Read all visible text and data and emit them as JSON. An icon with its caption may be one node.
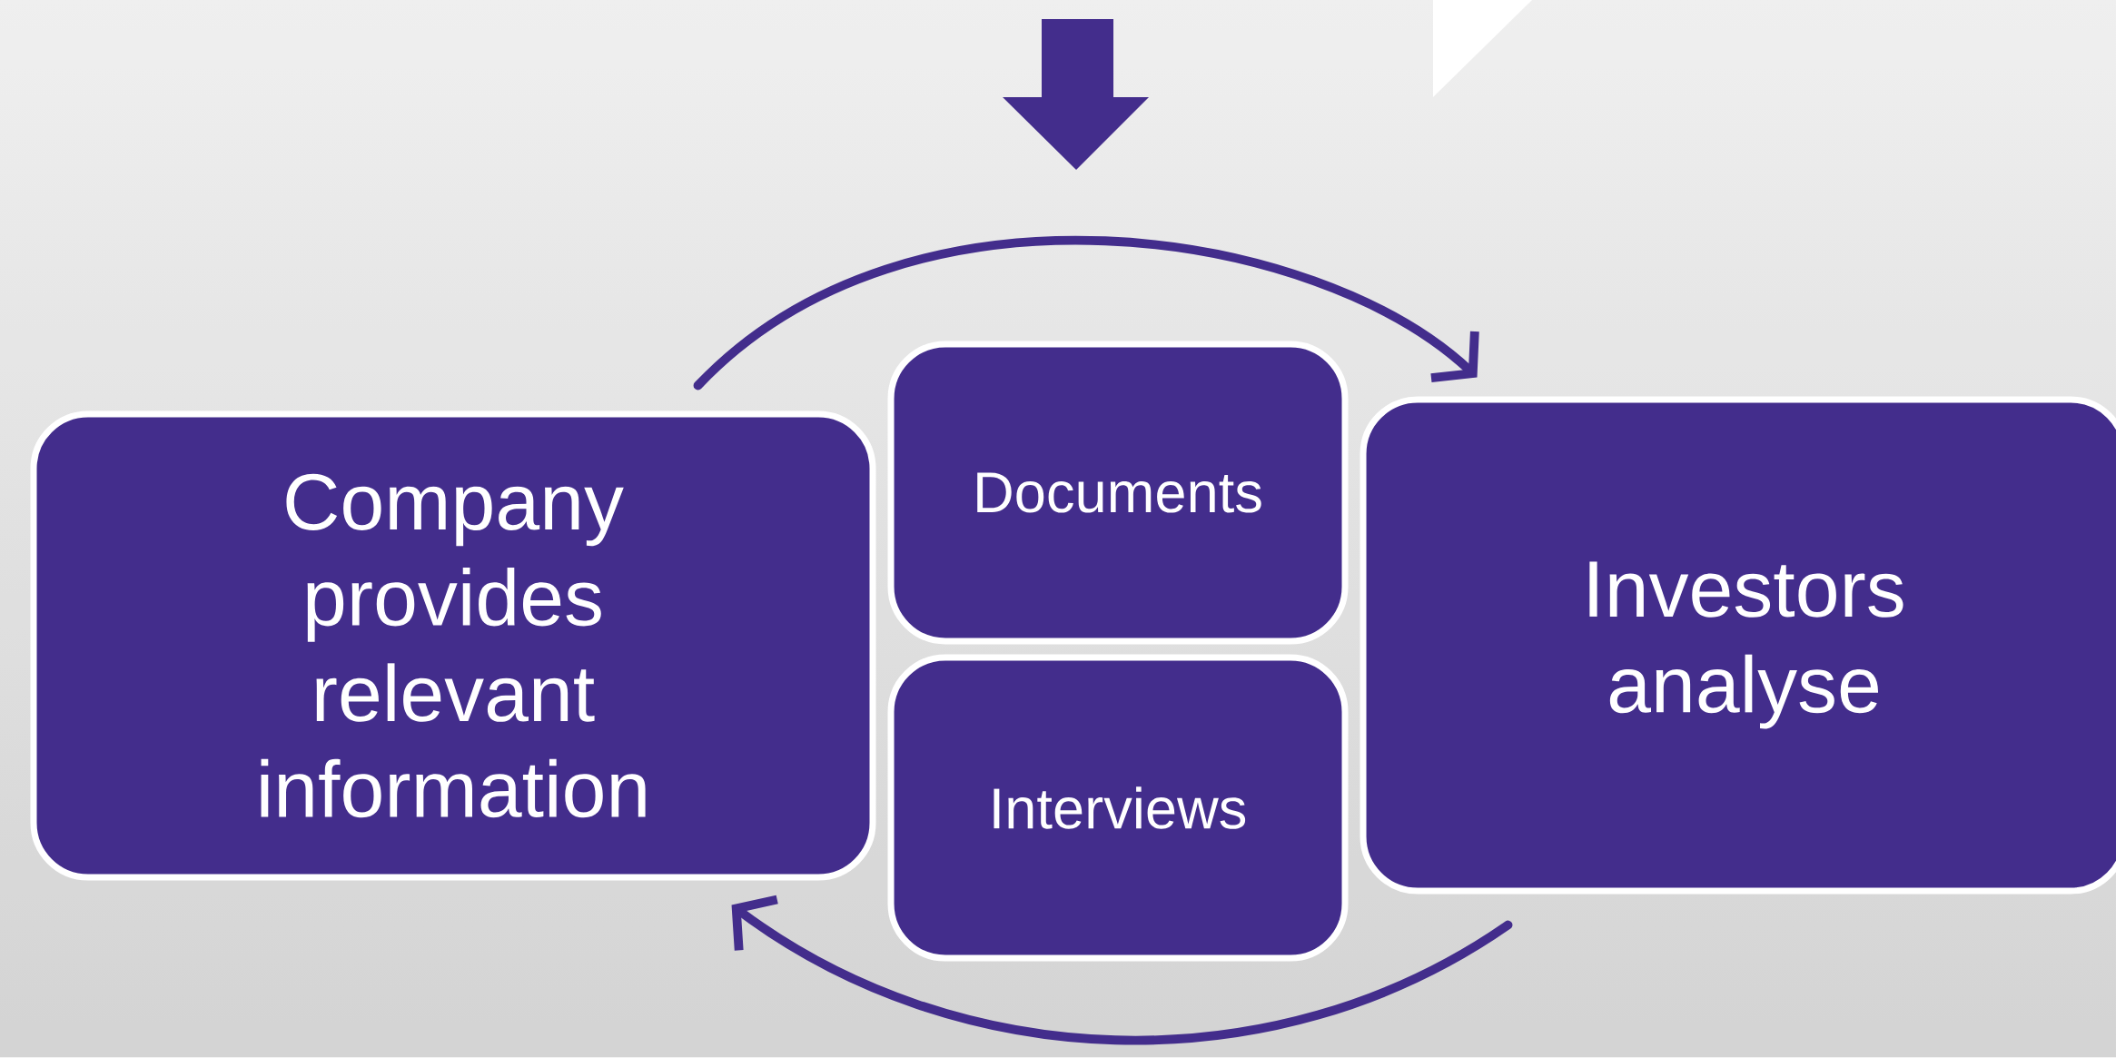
{
  "diagram": {
    "nodes": [
      {
        "text": [
          "Company provides relevant information"
        ]
      },
      {
        "text": [
          "Documents"
        ]
      },
      {
        "text": [
          "Interviews"
        ]
      },
      {
        "text": [
          "Investors analyse"
        ]
      }
    ],
    "edges": [
      {
        "from": 0,
        "to": 3,
        "arrow": "to"
      },
      {
        "from": 3,
        "to": 0,
        "arrow": "to"
      }
    ]
  }
}
